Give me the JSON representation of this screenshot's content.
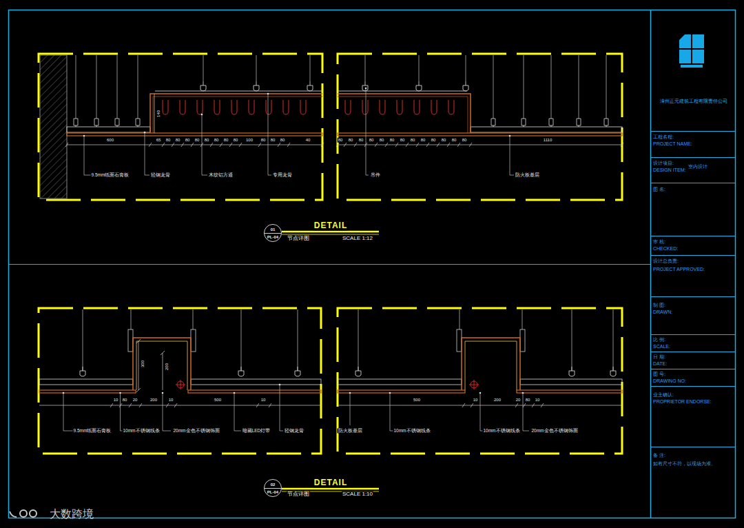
{
  "diagram": {
    "nodes": [
      {
        "text": [
          "01",
          "PL-04"
        ]
      },
      {
        "text": [
          "02",
          "PL-04"
        ]
      },
      {
        "text": [
          "漳州正元建筑工程有限责任公司"
        ]
      },
      {
        "text": [
          "工程名程:",
          "PROJECT NAME:"
        ]
      },
      {
        "text": [
          "设计项目:",
          "DESIGN ITEM:",
          "室内设计"
        ]
      },
      {
        "text": [
          "图 名:"
        ]
      },
      {
        "text": [
          "审 核:",
          "CHECKED:"
        ]
      },
      {
        "text": [
          "设计总负责:",
          "PROJECT APPROVED:"
        ]
      },
      {
        "text": [
          "制 图:",
          "DRAWN:"
        ]
      },
      {
        "text": [
          "比 例:",
          "SCALE:"
        ]
      },
      {
        "text": [
          "日 期:",
          "DATE:"
        ]
      },
      {
        "text": [
          "图 号:",
          "DRAWING NO:"
        ]
      },
      {
        "text": [
          "业主确认:",
          "PROPRIETOR ENDORSE:"
        ]
      },
      {
        "text": [
          "备 注:",
          "如有尺寸不符，以现场为准。"
        ]
      }
    ],
    "labels": [
      "600",
      "140",
      "65",
      "80",
      "80",
      "80",
      "80",
      "80",
      "80",
      "80",
      "80",
      "100",
      "80",
      "80",
      "80",
      "40",
      "9.5mm纸面石膏板",
      "轻钢龙骨",
      "木纹铝方通",
      "专用龙骨",
      "80",
      "80",
      "80",
      "80",
      "80",
      "80",
      "80",
      "80",
      "80",
      "80",
      "80",
      "80",
      "80",
      "1110",
      "吊件",
      "防火板基层",
      "DETAIL",
      "节点详图",
      "SCALE 1:12",
      "300",
      "200",
      "10",
      "80",
      "20",
      "200",
      "10",
      "500",
      "10",
      "9.5mm纸面石膏板",
      "10mm不锈钢线条",
      "20mm金色不锈钢饰面",
      "暗藏LED灯带",
      "轻钢龙骨",
      "500",
      "10",
      "200",
      "20",
      "80",
      "10",
      "防火板基层",
      "10mm不锈钢线条",
      "10mm不锈钢线条",
      "20mm金色不锈钢饰面",
      "DETAIL",
      "节点详图",
      "SCALE 1:10",
      "大数跨境"
    ]
  }
}
